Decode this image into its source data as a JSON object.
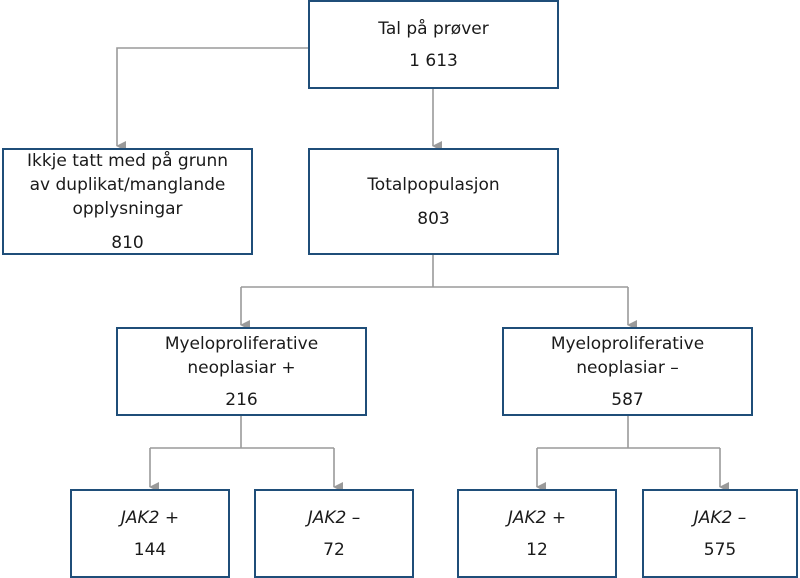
{
  "flowchart": {
    "total": {
      "label": "Tal på prøver",
      "count": "1 613"
    },
    "excluded": {
      "label_line1": "Ikkje tatt med på grunn",
      "label_line2": "av duplikat/manglande",
      "label_line3": "opplysningar",
      "count": "810"
    },
    "population": {
      "label": "Totalpopulasjon",
      "count": "803"
    },
    "mpn_positive": {
      "label_line1": "Myeloproliferative",
      "label_line2": "neoplasiar +",
      "count": "216"
    },
    "mpn_negative": {
      "label_line1": "Myeloproliferative",
      "label_line2": "neoplasiar –",
      "count": "587"
    },
    "jak2_pos_in_mpn_pos": {
      "label": "JAK2 +",
      "count": "144"
    },
    "jak2_neg_in_mpn_pos": {
      "label": "JAK2 –",
      "count": "72"
    },
    "jak2_pos_in_mpn_neg": {
      "label": "JAK2 +",
      "count": "12"
    },
    "jak2_neg_in_mpn_neg": {
      "label": "JAK2 –",
      "count": "575"
    }
  },
  "colors": {
    "box_border": "#1f4e79",
    "connector": "#9a9a9a"
  }
}
